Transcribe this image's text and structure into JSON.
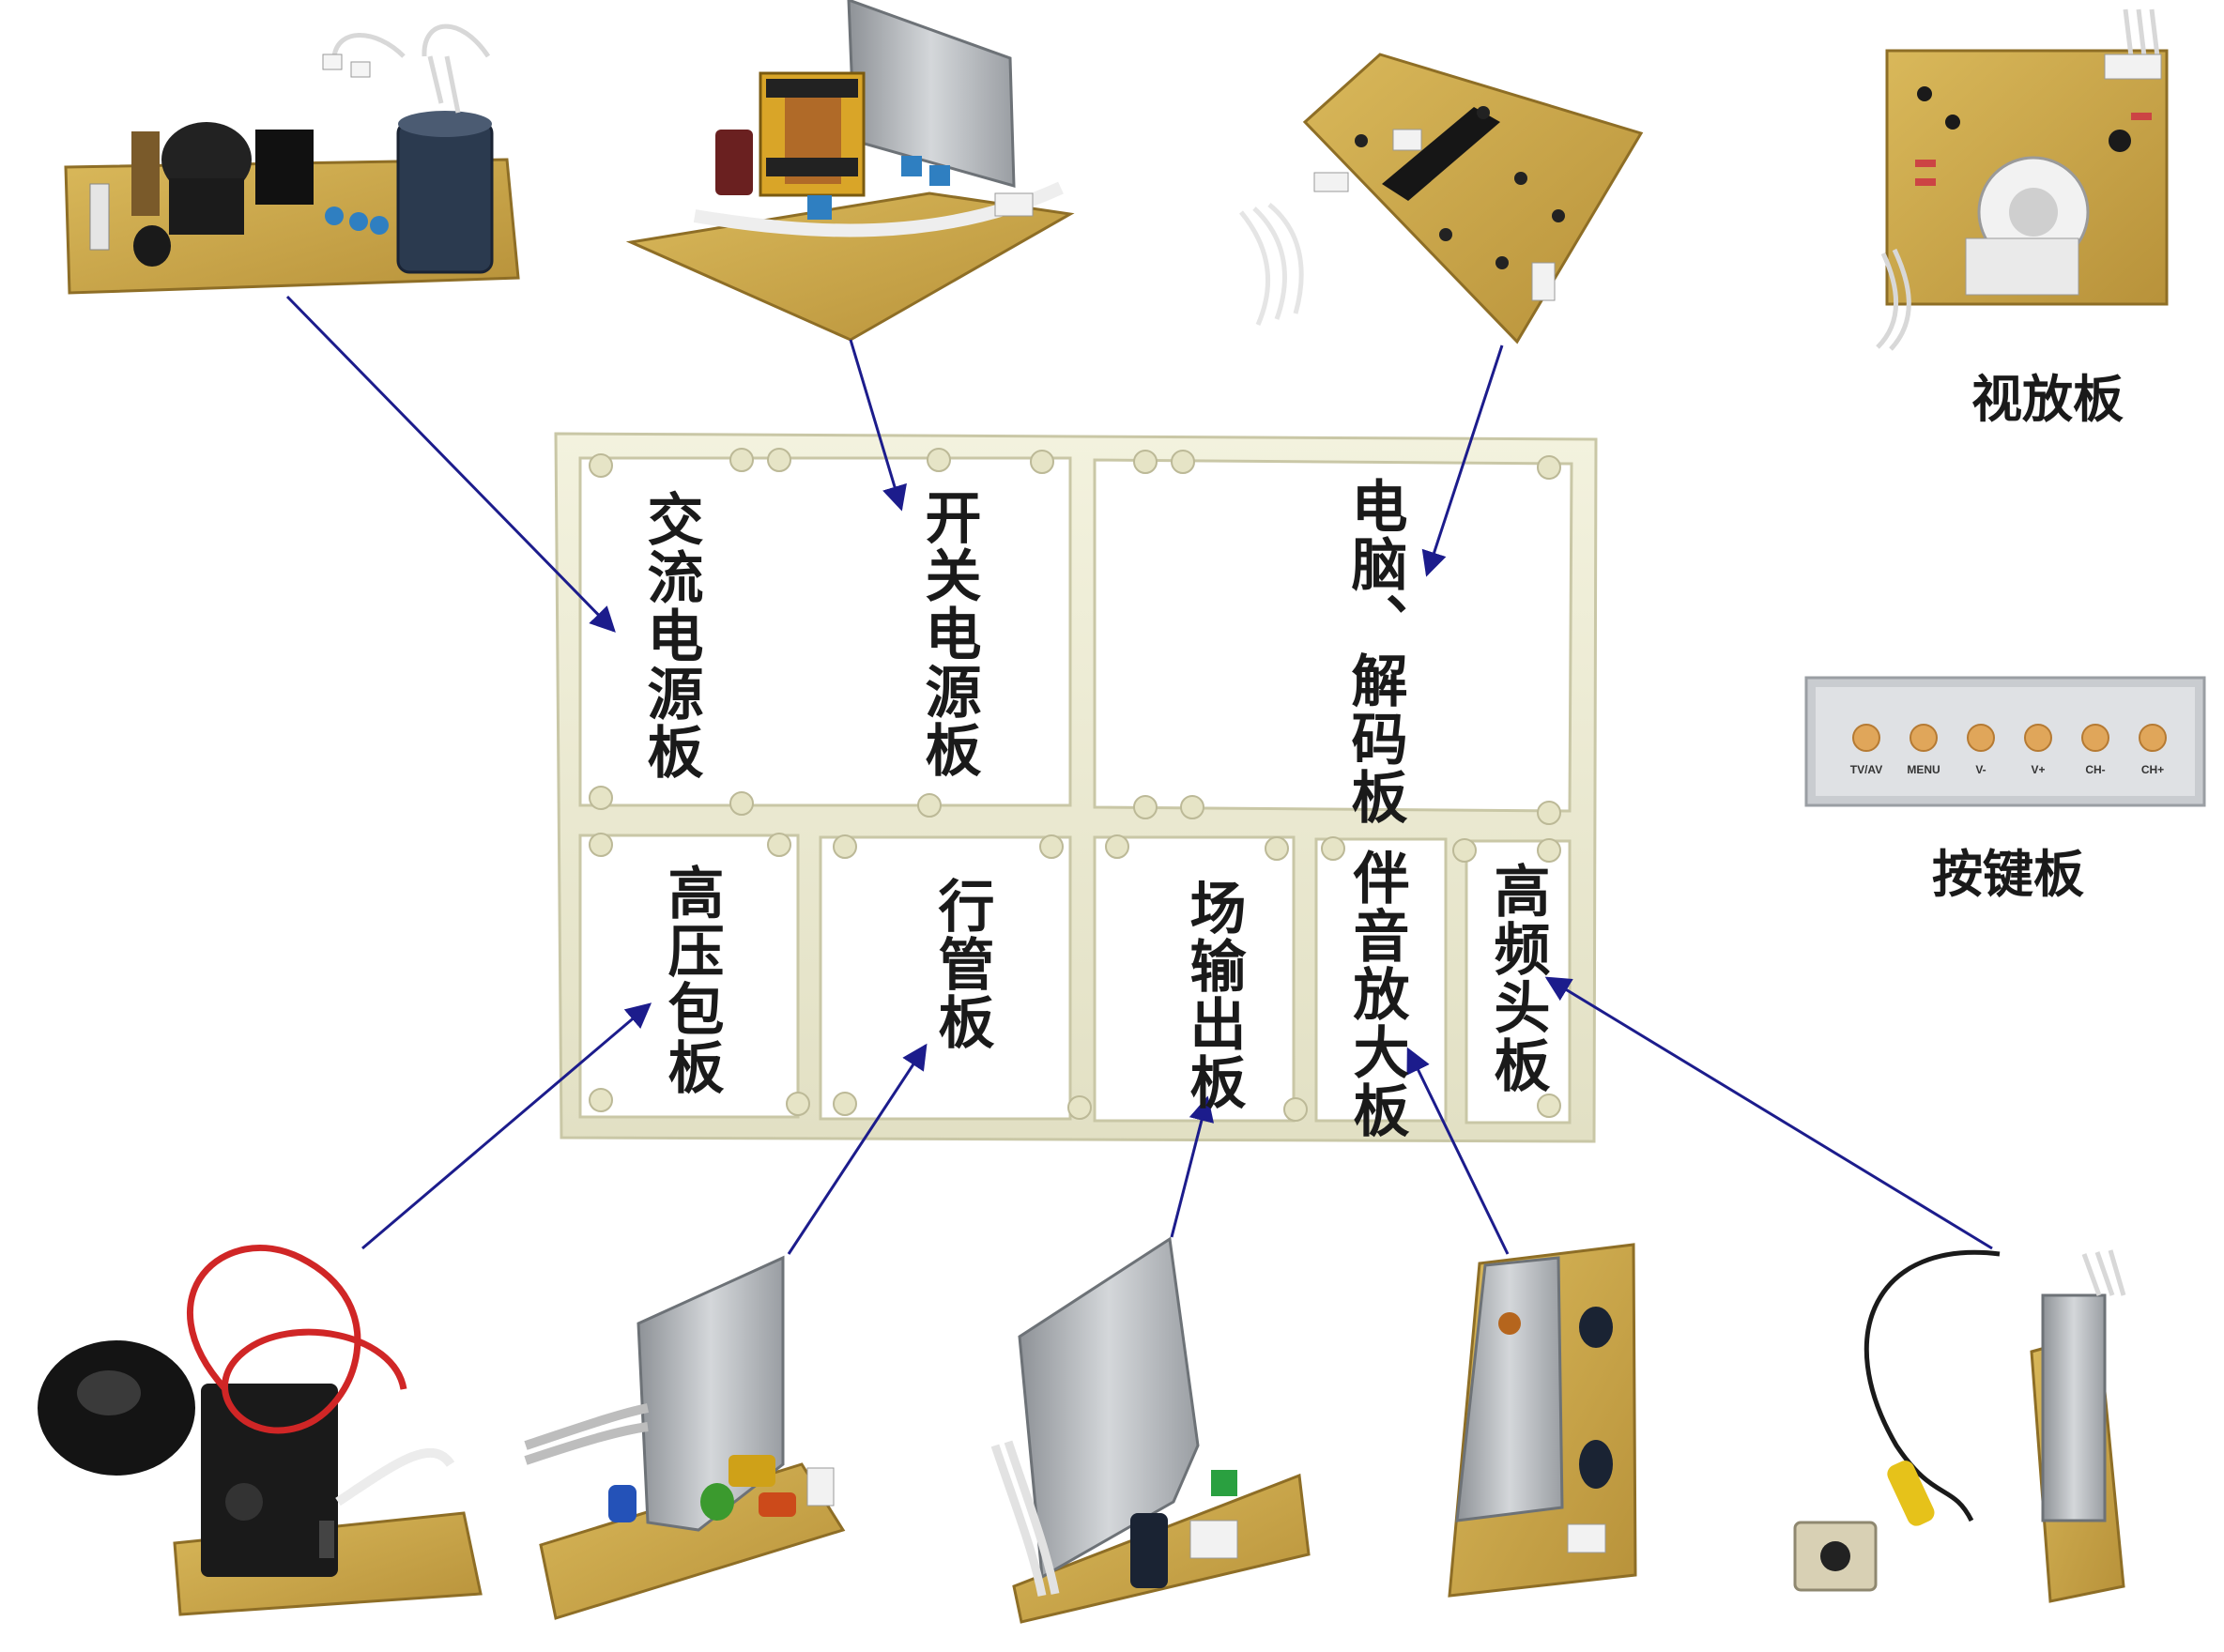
{
  "frame_labels": {
    "ac_power": "交流电源板",
    "switch_power": "开关电源板",
    "computer_decoder": "电脑、解码板",
    "hv_pack": "高压包板",
    "horizontal_tube": "行管板",
    "field_output": "场输出板",
    "audio_amp": "伴音放大板",
    "tuner": "高频头板"
  },
  "side_labels": {
    "video_amp": "视放板",
    "keypad": "按键板"
  },
  "keypad_keys": [
    "TV/AV",
    "MENU",
    "V-",
    "V+",
    "CH-",
    "CH+"
  ],
  "colors": {
    "arrow": "#1c1c8c",
    "frame": "#ecebd5",
    "pcb": "#c9a64a",
    "capacitor": "#2c3b52",
    "heatsink": "#a9adb1"
  }
}
